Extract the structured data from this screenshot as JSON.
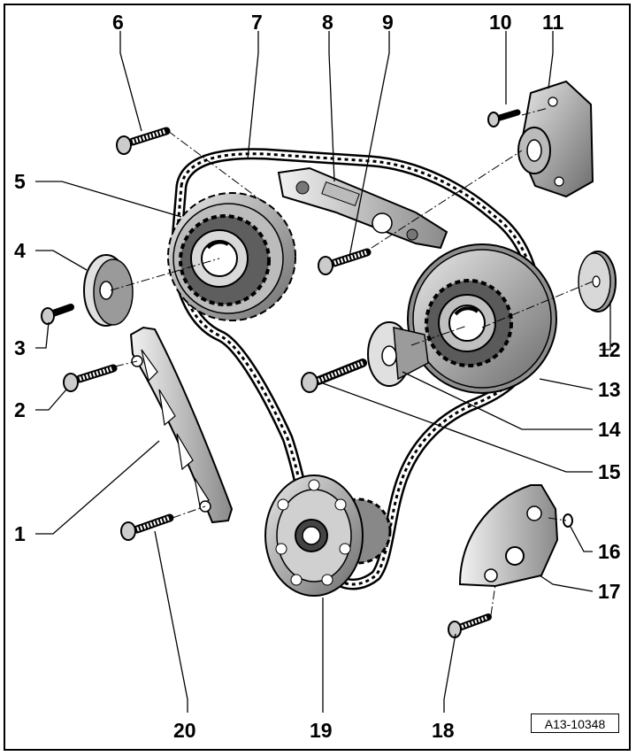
{
  "figure": {
    "reference_code": "A13-10348",
    "callouts": [
      {
        "id": 1,
        "label": "1"
      },
      {
        "id": 2,
        "label": "2"
      },
      {
        "id": 3,
        "label": "3"
      },
      {
        "id": 4,
        "label": "4"
      },
      {
        "id": 5,
        "label": "5"
      },
      {
        "id": 6,
        "label": "6"
      },
      {
        "id": 7,
        "label": "7"
      },
      {
        "id": 8,
        "label": "8"
      },
      {
        "id": 9,
        "label": "9"
      },
      {
        "id": 10,
        "label": "10"
      },
      {
        "id": 11,
        "label": "11"
      },
      {
        "id": 12,
        "label": "12"
      },
      {
        "id": 13,
        "label": "13"
      },
      {
        "id": 14,
        "label": "14"
      },
      {
        "id": 15,
        "label": "15"
      },
      {
        "id": 16,
        "label": "16"
      },
      {
        "id": 17,
        "label": "17"
      },
      {
        "id": 18,
        "label": "18"
      },
      {
        "id": 19,
        "label": "19"
      },
      {
        "id": 20,
        "label": "20"
      }
    ]
  }
}
